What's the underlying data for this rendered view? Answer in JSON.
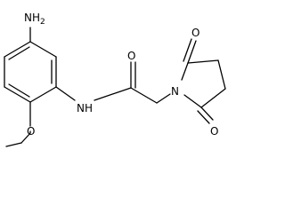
{
  "atoms": {
    "amine": {
      "label": "NH",
      "subscript": "2"
    },
    "amide_nh": {
      "label": "NH"
    },
    "amide_o": {
      "label": "O"
    },
    "ring_n": {
      "label": "N"
    },
    "ring_o_top": {
      "label": "O"
    },
    "ring_o_bottom": {
      "label": "O"
    },
    "ether_o": {
      "label": "O"
    }
  },
  "colors": {
    "ink": "#000000",
    "background": "#ffffff"
  }
}
